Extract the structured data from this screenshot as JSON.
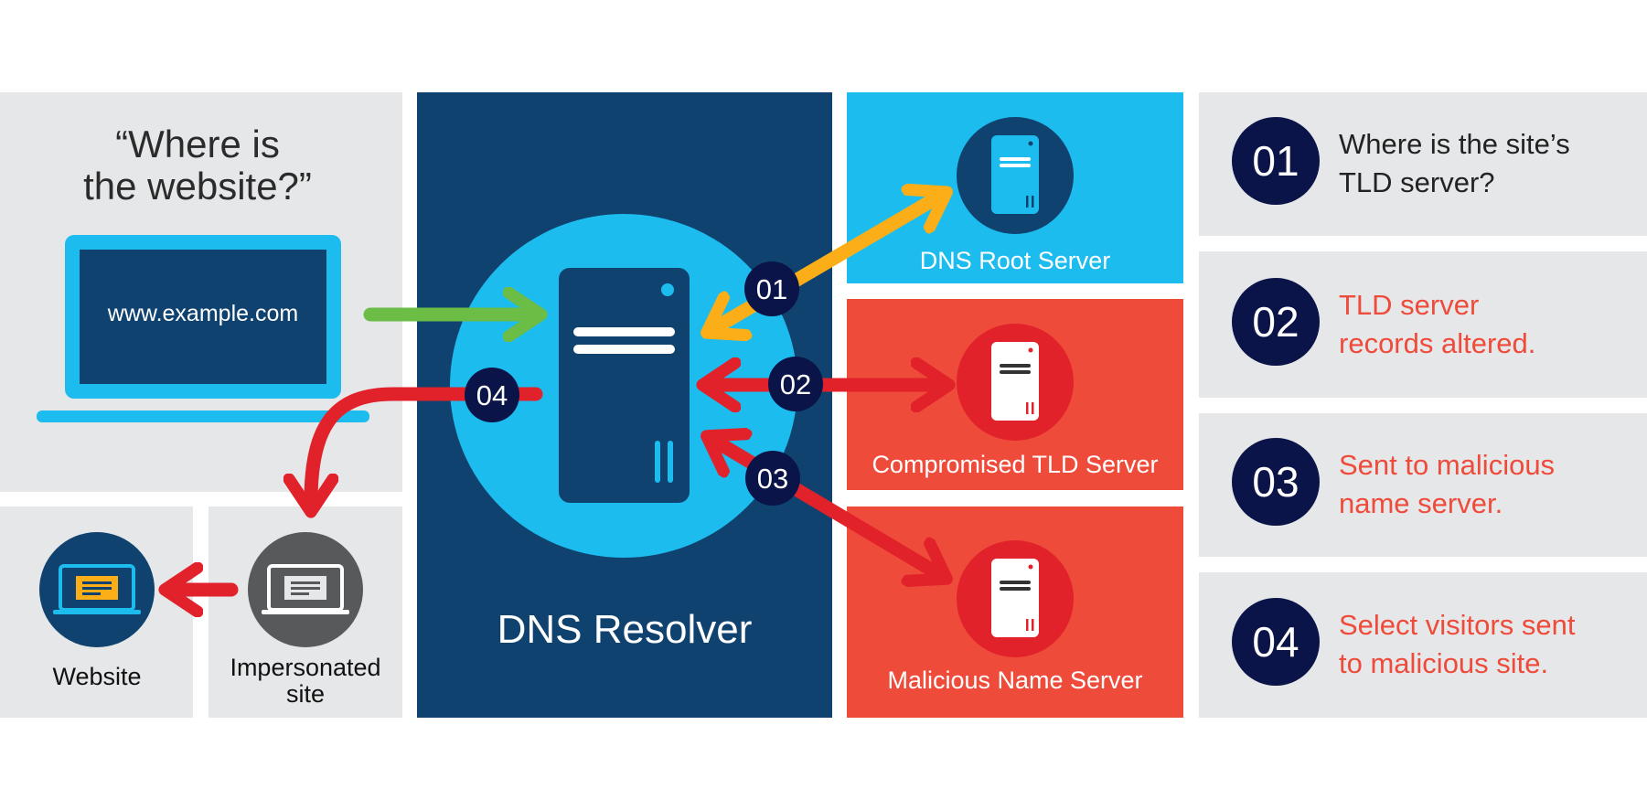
{
  "colors": {
    "panel_grey": "#e6e7e9",
    "navy": "#10426f",
    "dark_navy": "#0b1448",
    "sky": "#1dbcee",
    "red_panel": "#ef4b3a",
    "red_arrow": "#e2222a",
    "orange_arrow": "#fbae17",
    "green_arrow": "#6cbd45",
    "step_red_text": "#ef4b3a"
  },
  "client": {
    "question_line1": "“Where is",
    "question_line2": "the website?”",
    "url": "www.example.com"
  },
  "resolver": {
    "label": "DNS Resolver"
  },
  "servers": {
    "root": "DNS Root Server",
    "tld": "Compromised TLD Server",
    "malicious": "Malicious Name Server"
  },
  "destinations": {
    "website": "Website",
    "impersonated_line1": "Impersonated",
    "impersonated_line2": "site"
  },
  "badges": [
    "01",
    "02",
    "03",
    "04"
  ],
  "steps": [
    {
      "num": "01",
      "line1": "Where is the site’s",
      "line2": "TLD server?"
    },
    {
      "num": "02",
      "line1": "TLD server",
      "line2": "records altered."
    },
    {
      "num": "03",
      "line1": "Sent to malicious",
      "line2": "name server."
    },
    {
      "num": "04",
      "line1": "Select visitors sent",
      "line2": "to malicious site."
    }
  ]
}
